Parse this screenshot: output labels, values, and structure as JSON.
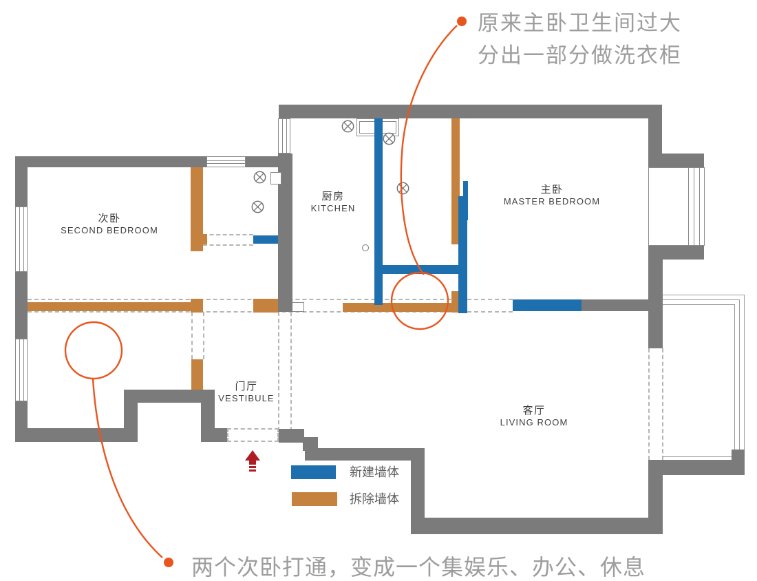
{
  "annotations": {
    "master_bath_note": {
      "line1": "原来主卧卫生间过大",
      "line2": "分出一部分做洗衣柜"
    },
    "second_bedroom_note": "两个次卧打通，变成一个集娱乐、办公、休息"
  },
  "rooms": {
    "second_bedroom": {
      "cn": "次卧",
      "en": "SECOND BEDROOM"
    },
    "kitchen": {
      "cn": "厨房",
      "en": "KITCHEN"
    },
    "master_bedroom": {
      "cn": "主卧",
      "en": "MASTER BEDROOM"
    },
    "vestibule": {
      "cn": "门厅",
      "en": "VESTIBULE"
    },
    "living_room": {
      "cn": "客厅",
      "en": "LIVING ROOM"
    }
  },
  "legend": {
    "new_wall": {
      "label": "新建墙体",
      "color": "#1E6FAD"
    },
    "demolished_wall": {
      "label": "拆除墙体",
      "color": "#C5823E"
    }
  },
  "icons": {
    "entrance_arrow": "up-arrow",
    "utility_point": "circle-cross"
  },
  "colors": {
    "wall_gray": "#7B7B7B",
    "new_wall_blue": "#1E6FAD",
    "demolished_wall_orange": "#C5823E",
    "annotation_orange": "#E8561F",
    "entry_arrow_red": "#AF1C22",
    "note_text_gray": "#9D9D9D",
    "room_label_dark": "#3E3E3E"
  }
}
